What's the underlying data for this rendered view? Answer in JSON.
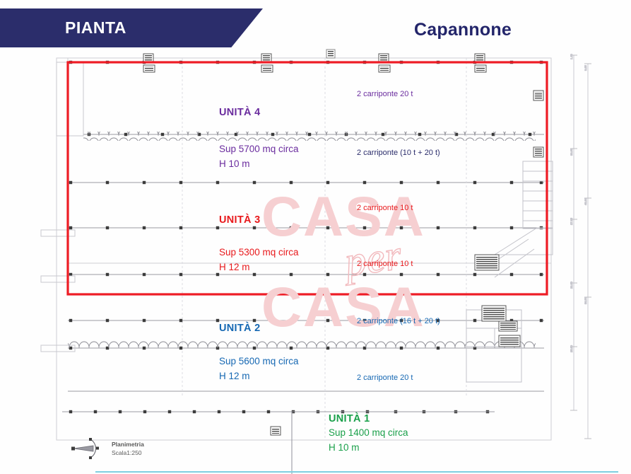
{
  "header": {
    "banner_label": "PIANTA",
    "plan_title": "Capannone",
    "banner_color": "#2b2d6b"
  },
  "watermark": {
    "line1": "CASA",
    "script": "per",
    "line2": "CASA",
    "color": "#f6cfd1"
  },
  "units": [
    {
      "id": "unita-4",
      "name": "UNITÀ 4",
      "area": "Sup 5700 mq circa",
      "height": "H 10 m",
      "color": "#6a2c9e"
    },
    {
      "id": "unita-3",
      "name": "UNITÀ 3",
      "area": "Sup 5300 mq circa",
      "height": "H 12 m",
      "color": "#e8191c"
    },
    {
      "id": "unita-2",
      "name": "UNITÀ 2",
      "area": "Sup 5600 mq circa",
      "height": "H 12 m",
      "color": "#1668b3"
    },
    {
      "id": "unita-1",
      "name": "UNITÀ 1",
      "area": "Sup 1400 mq circa",
      "height": "H 10 m",
      "color": "#1aa04a"
    }
  ],
  "crane_labels": [
    {
      "id": "crane-u4-top",
      "text": "2 carriponte 20 t",
      "color": "#6a2c9e"
    },
    {
      "id": "crane-u4-mid",
      "text": "2 carriponte (10 t + 20 t)",
      "color": "#2b2d6b"
    },
    {
      "id": "crane-u3-top",
      "text": "2 carriponte 10 t",
      "color": "#e8191c"
    },
    {
      "id": "crane-u3-bottom",
      "text": "2 carriponte 10 t",
      "color": "#e8191c"
    },
    {
      "id": "crane-u2-top",
      "text": "2 carriponte (16 t + 20 t)",
      "color": "#1668b3"
    },
    {
      "id": "crane-u2-bottom",
      "text": "2 carriponte 20 t",
      "color": "#1668b3"
    }
  ],
  "legend": {
    "planimetry_label": "Planimetria",
    "scale_label": "Scala1:250",
    "north_icon": "north-arrow-icon"
  },
  "highlight": {
    "description": "red selection rectangle around UNITÀ 3 and UNITÀ 4",
    "color": "#ee1c25"
  }
}
